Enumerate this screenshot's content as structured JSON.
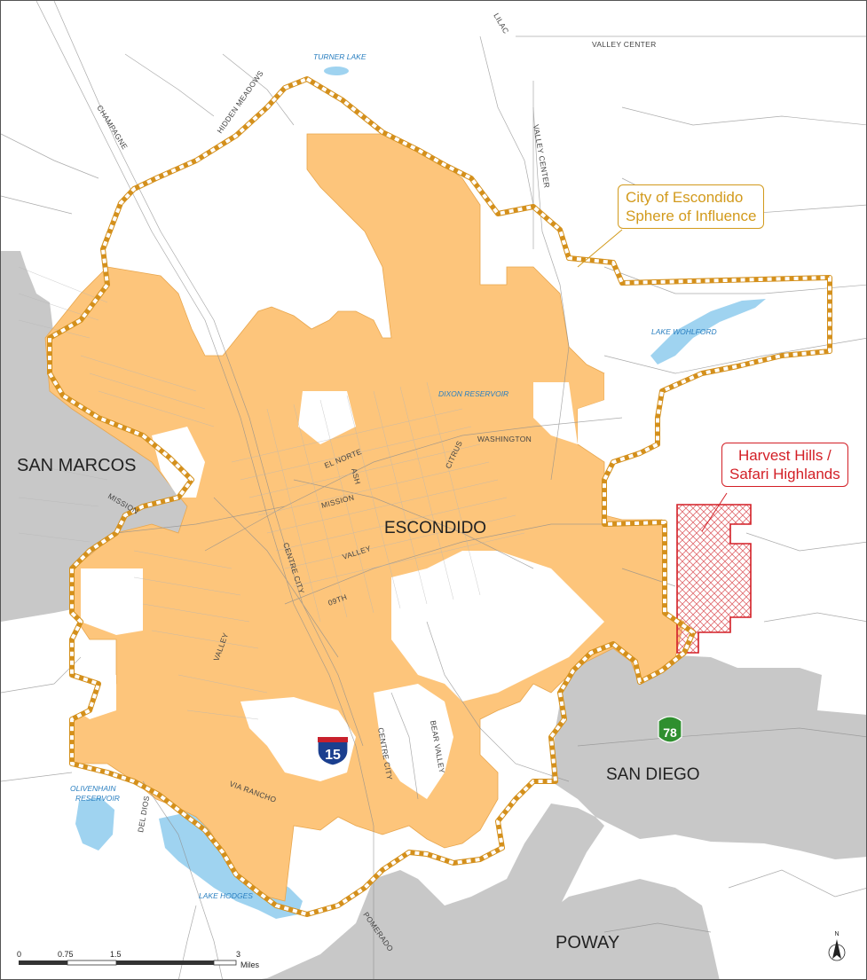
{
  "map": {
    "labels": {
      "places": {
        "escondido": "ESCONDIDO",
        "san_marcos": "SAN MARCOS",
        "san_diego": "SAN DIEGO",
        "poway": "POWAY"
      },
      "water": {
        "turner_lake": "TURNER LAKE",
        "lake_wohlford": "LAKE WOHLFORD",
        "dixon_reservoir": "DIXON RESERVOIR",
        "olivenhain_line1": "OLIVENHAIN",
        "olivenhain_line2": "RESERVOIR",
        "lake_hodges": "LAKE HODGES"
      },
      "roads": {
        "lilac": "LILAC",
        "valley_center_top": "VALLEY CENTER",
        "valley_center_vertical": "VALLEY CENTER",
        "champagne": "CHAMPAGNE",
        "hidden_meadows": "HIDDEN MEADOWS",
        "washington": "WASHINGTON",
        "el_norte": "EL NORTE",
        "ash": "ASH",
        "citrus": "CITRUS",
        "mission": "MISSION",
        "mission_west": "MISSION",
        "valley": "VALLEY",
        "centre_city": "CENTRE CITY",
        "ninth": "09TH",
        "valley_west": "VALLEY",
        "bear_valley": "BEAR VALLEY",
        "centre_city_south": "CENTRE CITY",
        "via_rancho": "VIA RANCHO",
        "del_dios": "DEL DIOS",
        "pomerado": "POMERADO"
      },
      "highways": {
        "i15": "15",
        "sr78": "78"
      }
    },
    "callouts": {
      "sphere_line1": "City of Escondido",
      "sphere_line2": "Sphere of Influence",
      "harvest_line1": "Harvest Hills /",
      "harvest_line2": "Safari Highlands"
    },
    "scale_bar": {
      "ticks": [
        "0",
        "0.75",
        "1.5",
        "3"
      ],
      "unit": "Miles"
    },
    "north_arrow": "N",
    "colors": {
      "city_fill": "#fdc57b",
      "sphere_border": "#d4901c",
      "jurisdiction_gray": "#c8c8c8",
      "water": "#9fd3f0",
      "project_outline": "#d31f26",
      "highway_shield_interstate": "#1b3f8f",
      "highway_shield_state": "#2f8f2f"
    }
  }
}
